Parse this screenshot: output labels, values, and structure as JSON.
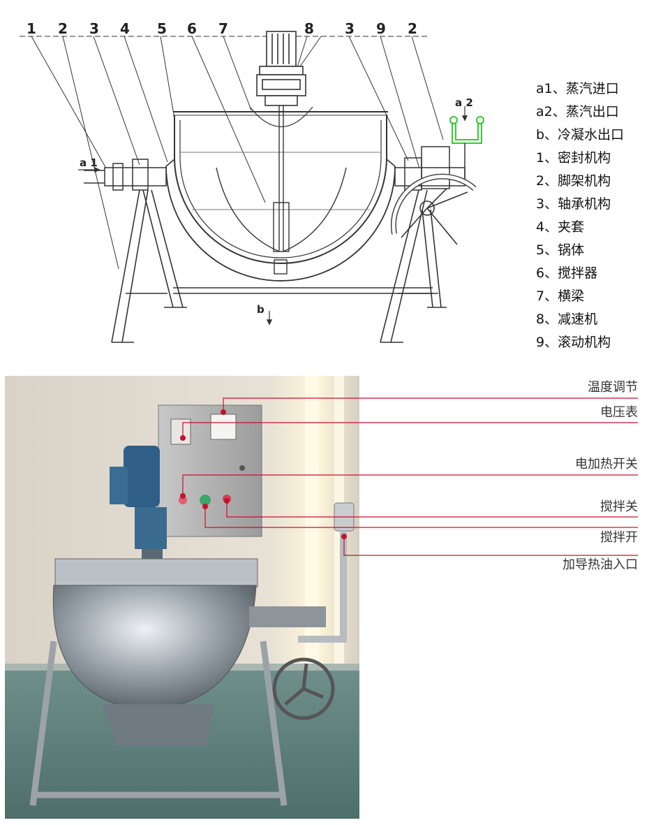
{
  "diagram": {
    "part_numbers_top_left": [
      "1",
      "2",
      "3",
      "4",
      "5",
      "6",
      "7"
    ],
    "part_numbers_top_right": [
      "8",
      "3",
      "9",
      "2"
    ],
    "port_labels": {
      "a1": "a 1",
      "a2": "a 2",
      "b": "b"
    }
  },
  "legend": [
    "a1、蒸汽进口",
    "a2、蒸汽出口",
    "b、冷凝水出口",
    "1、密封机构",
    "2、脚架机构",
    "3、轴承机构",
    "4、夹套",
    "5、锅体",
    "6、搅拌器",
    "7、横梁",
    "8、减速机",
    "9、滚动机构"
  ],
  "photo_callouts": [
    "温度调节",
    "电压表",
    "电加热开关",
    "搅拌关",
    "搅拌开",
    "加导热油入口"
  ],
  "colors": {
    "line": "#333333",
    "callout_red": "#c8102e",
    "steam_pipe_green": "#33cc33"
  }
}
